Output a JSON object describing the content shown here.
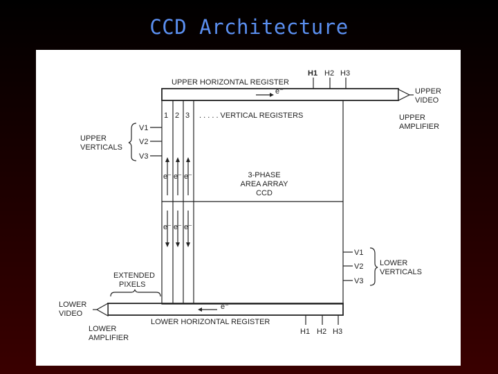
{
  "slide": {
    "title": "CCD Architecture"
  },
  "diagram": {
    "upper_horizontal_register": "UPPER HORIZONTAL REGISTER",
    "lower_horizontal_register": "LOWER HORIZONTAL REGISTER",
    "electron": "e⁻",
    "upper_clocks": [
      "H1",
      "H2",
      "H3"
    ],
    "lower_clocks": [
      "H1",
      "H2",
      "H3"
    ],
    "upper_video": [
      "UPPER",
      "VIDEO"
    ],
    "upper_amplifier": [
      "UPPER",
      "AMPLIFIER"
    ],
    "lower_video": [
      "LOWER",
      "VIDEO"
    ],
    "lower_amplifier": [
      "LOWER",
      "AMPLIFIER"
    ],
    "column_numbers": [
      "1",
      "2",
      "3"
    ],
    "vertical_registers": ". . . . . VERTICAL REGISTERS",
    "upper_verticals_label": [
      "UPPER",
      "VERTICALS"
    ],
    "upper_vertical_phases": [
      "V1",
      "V2",
      "V3"
    ],
    "lower_verticals_label": [
      "LOWER",
      "VERTICALS"
    ],
    "lower_vertical_phases": [
      "V1",
      "V2",
      "V3"
    ],
    "array_label": [
      "3-PHASE",
      "AREA ARRAY",
      "CCD"
    ],
    "extended_pixels": [
      "EXTENDED",
      "PIXELS"
    ]
  }
}
